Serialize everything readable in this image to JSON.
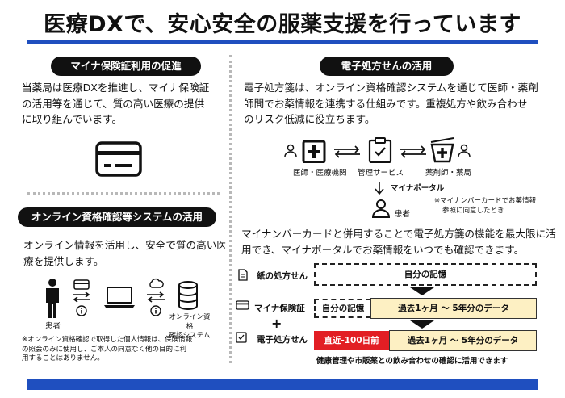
{
  "title": "医療DXで、安心安全の服薬支援を行っています",
  "colors": {
    "accent": "#1f4fbf",
    "red": "#e21e24",
    "cream": "#fdf0c3"
  },
  "left_top": {
    "heading": "マイナ保険証利用の促進",
    "lines": [
      "当薬局は医療DXを推進し、マイナ保険証",
      "の活用等を通じて、質の高い医療の提供",
      "に取り組んでいます。"
    ],
    "icon": "card-icon"
  },
  "left_bottom": {
    "heading": "オンライン資格確認等システムの活用",
    "lines": [
      "オンライン情報を活用し、安全で質の高い医",
      "療を提供します。"
    ],
    "patient_label": "患者",
    "system_label_lines": [
      "オンライン資格",
      "確認システム"
    ],
    "note_lines": [
      "※オンライン資格確認で取得した個人情報は、保険情報",
      "の照会のみに使用し、ご本人の同意なく他の目的に利",
      "用することはありません。"
    ]
  },
  "right_top": {
    "heading": "電子処方せんの活用",
    "lines": [
      "電子処方箋は、オンライン資格確認システムを通じて医師・薬剤",
      "師間でお薬情報を連携する仕組みです。重複処方や飲み合わせ",
      "のリスク低減に役立ちます。"
    ],
    "doctor_label": "医師・医療機関",
    "service_label": "管理サービス",
    "pharmacist_label": "薬剤師・薬局",
    "portal_label": "マイナポータル",
    "patient_label": "患者",
    "consent_lines": [
      "※マイナンバーカードでお薬情報",
      "参照に同意したとき"
    ]
  },
  "right_bottom": {
    "lines": [
      "マイナンバーカードと併用することで電子処方箋の機能を最大限に活",
      "用でき、マイナポータルでお薬情報をいつでも確認できます。"
    ],
    "paper_label": "紙の処方せん",
    "memory_label": "自分の記憶",
    "card_label": "マイナ保険証",
    "plus": "+",
    "eprescription_label": "電子処方せん",
    "own_memory": "自分の記憶",
    "data_range_1": "過去1ヶ月 〜 5年分のデータ",
    "recent_label": "直近-100日前",
    "data_range_2": "過去1ヶ月 〜 5年分のデータ",
    "footnote": "健康管理や市販薬との飲み合わせの確認に活用できます"
  }
}
